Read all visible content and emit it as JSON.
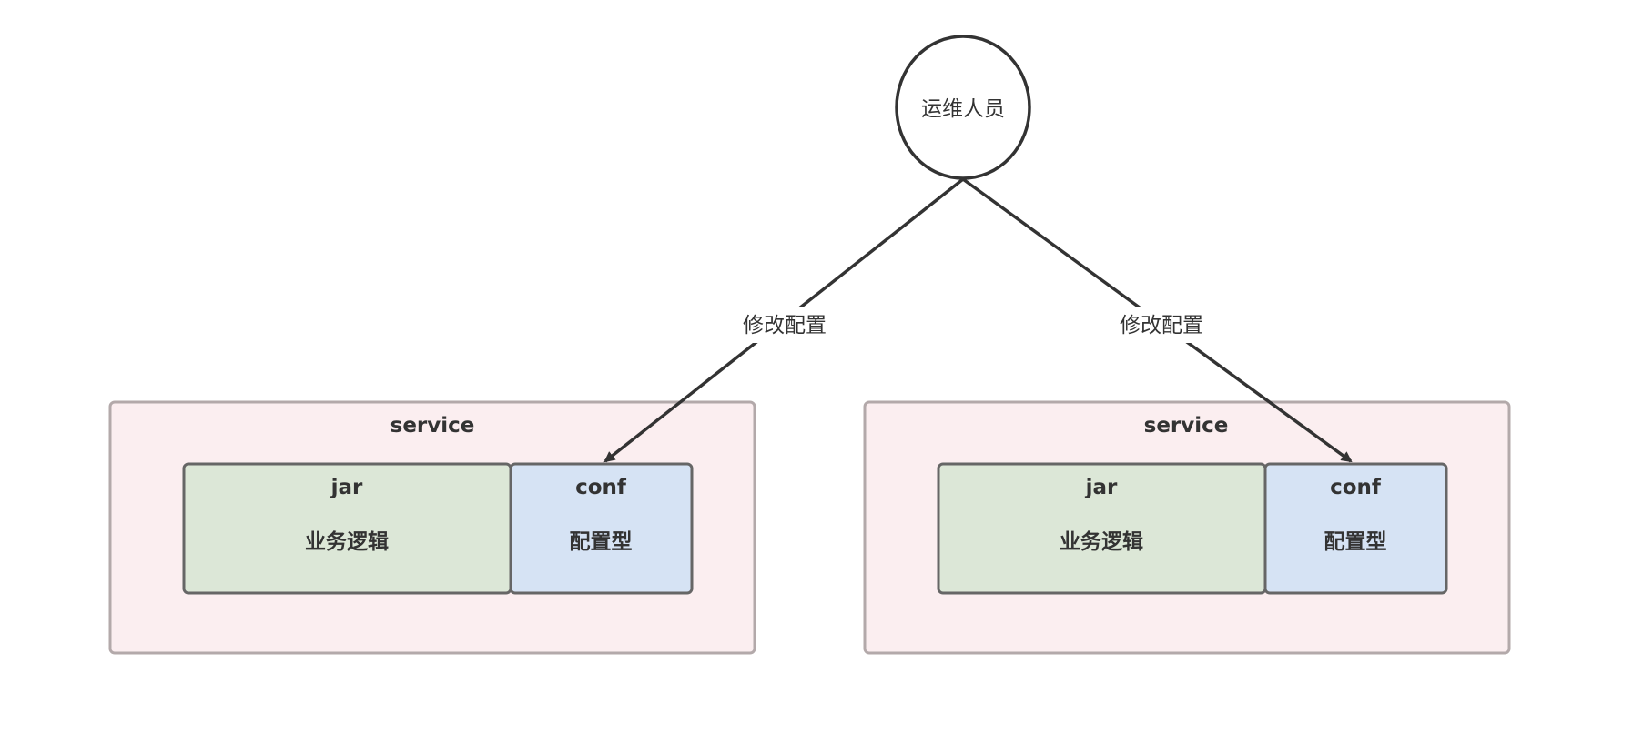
{
  "actor": {
    "label": "运维人员"
  },
  "edges": [
    {
      "label": "修改配置"
    },
    {
      "label": "修改配置"
    }
  ],
  "services": [
    {
      "title": "service",
      "jar": {
        "title": "jar",
        "subtitle": "业务逻辑"
      },
      "conf": {
        "title": "conf",
        "subtitle": "配置型"
      }
    },
    {
      "title": "service",
      "jar": {
        "title": "jar",
        "subtitle": "业务逻辑"
      },
      "conf": {
        "title": "conf",
        "subtitle": "配置型"
      }
    }
  ],
  "colors": {
    "service_fill": "#fbeef0",
    "service_stroke": "#b3a9aa",
    "jar_fill": "#dce7d7",
    "conf_fill": "#d6e3f4",
    "box_stroke": "#666666",
    "line": "#333333"
  }
}
